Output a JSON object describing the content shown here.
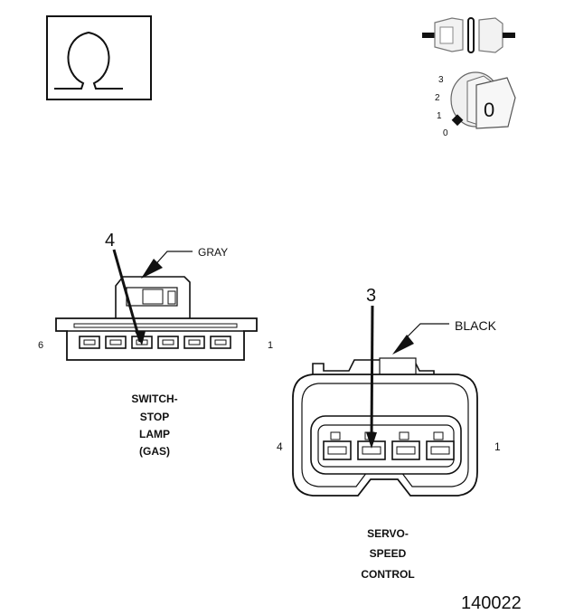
{
  "ohm_symbol": "Ω",
  "key_switch": {
    "positions": [
      "3",
      "2",
      "1",
      "0"
    ],
    "key_label": "0"
  },
  "connector_left": {
    "callout_number": "4",
    "wire_color": "GRAY",
    "pin_left": "6",
    "pin_right": "1",
    "caption": [
      "SWITCH-",
      "STOP",
      "LAMP",
      "(GAS)"
    ]
  },
  "connector_right": {
    "callout_number": "3",
    "wire_color": "BLACK",
    "pin_left": "4",
    "pin_right": "1",
    "caption": [
      "SERVO-",
      "SPEED",
      "CONTROL"
    ]
  },
  "figure_number": "140022"
}
